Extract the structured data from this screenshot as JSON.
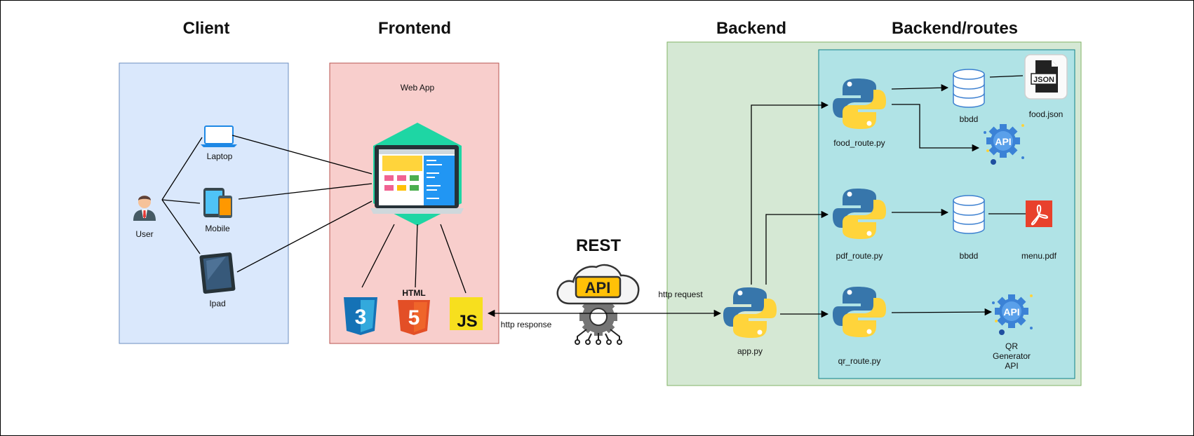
{
  "headings": {
    "client": "Client",
    "frontend": "Frontend",
    "backend": "Backend",
    "backend_routes": "Backend/routes",
    "rest": "REST"
  },
  "client": {
    "user": "User",
    "laptop": "Laptop",
    "mobile": "Mobile",
    "ipad": "Ipad"
  },
  "frontend": {
    "web_app": "Web App",
    "html_badge": "HTML",
    "js_badge": "JS",
    "css_number": "3",
    "html_number": "5"
  },
  "edges": {
    "http_request": "http request",
    "http_response": "http response"
  },
  "backend": {
    "app": "app.py",
    "food_route": "food_route.py",
    "pdf_route": "pdf_route.py",
    "qr_route": "qr_route.py",
    "bbdd_food": "bbdd",
    "bbdd_pdf": "bbdd",
    "food_json": "food.json",
    "json_badge": "JSON",
    "menu_pdf": "menu.pdf",
    "qr_api_line1": "QR",
    "qr_api_line2": "Generator",
    "qr_api_line3": "API",
    "api_badge": "API"
  },
  "colors": {
    "client_fill": "#dae8fc",
    "client_stroke": "#6c8ebf",
    "frontend_fill": "#f8cecc",
    "frontend_stroke": "#b85450",
    "backend_fill": "#d5e8d4",
    "backend_stroke": "#82b366",
    "routes_fill": "#b0e3e6",
    "routes_stroke": "#0e8088",
    "python_blue": "#3776ab",
    "python_yellow": "#ffd43b",
    "api_gear": "#3b82d6"
  },
  "icons": [
    "user-icon",
    "laptop-icon",
    "mobile-icon",
    "tablet-icon",
    "web-app-icon",
    "css3-icon",
    "html5-icon",
    "javascript-icon",
    "rest-api-cloud-icon",
    "python-icon",
    "database-icon",
    "json-file-icon",
    "pdf-file-icon",
    "api-gear-icon"
  ]
}
